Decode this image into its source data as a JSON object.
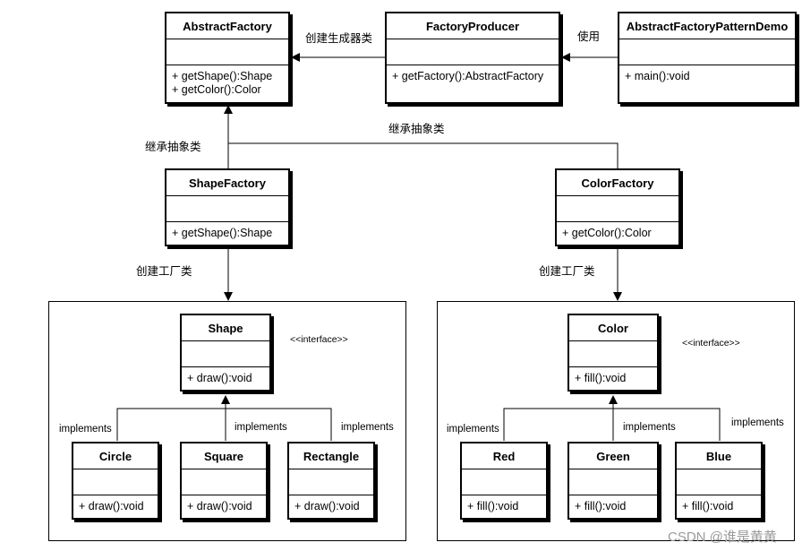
{
  "classes": {
    "abstract_factory": {
      "name": "AbstractFactory",
      "ops": [
        "+ getShape():Shape",
        "+ getColor():Color"
      ]
    },
    "factory_producer": {
      "name": "FactoryProducer",
      "ops": [
        "+ getFactory():AbstractFactory"
      ]
    },
    "demo": {
      "name": "AbstractFactoryPatternDemo",
      "ops": [
        "+ main():void"
      ]
    },
    "shape_factory": {
      "name": "ShapeFactory",
      "ops": [
        "+ getShape():Shape"
      ]
    },
    "color_factory": {
      "name": "ColorFactory",
      "ops": [
        "+ getColor():Color"
      ]
    },
    "shape": {
      "name": "Shape",
      "ops": [
        "+ draw():void"
      ]
    },
    "circle": {
      "name": "Circle",
      "ops": [
        "+ draw():void"
      ]
    },
    "square": {
      "name": "Square",
      "ops": [
        "+ draw():void"
      ]
    },
    "rectangle": {
      "name": "Rectangle",
      "ops": [
        "+ draw():void"
      ]
    },
    "color": {
      "name": "Color",
      "ops": [
        "+ fill():void"
      ]
    },
    "red": {
      "name": "Red",
      "ops": [
        "+ fill():void"
      ]
    },
    "green": {
      "name": "Green",
      "ops": [
        "+ fill():void"
      ]
    },
    "blue": {
      "name": "Blue",
      "ops": [
        "+ fill():void"
      ]
    }
  },
  "labels": {
    "create_producer": "创建生成器类",
    "use": "使用",
    "inherit_left": "继承抽象类",
    "inherit_right": "继承抽象类",
    "create_factory_left": "创建工厂类",
    "create_factory_right": "创建工厂类",
    "shape_interface": "<<interface>>",
    "color_interface": "<<interface>>",
    "implements_circle": "implements",
    "implements_square": "implements",
    "implements_rectangle": "implements",
    "implements_red": "implements",
    "implements_green": "implements",
    "implements_blue": "implements"
  },
  "watermark": "CSDN @谁是黄黄"
}
